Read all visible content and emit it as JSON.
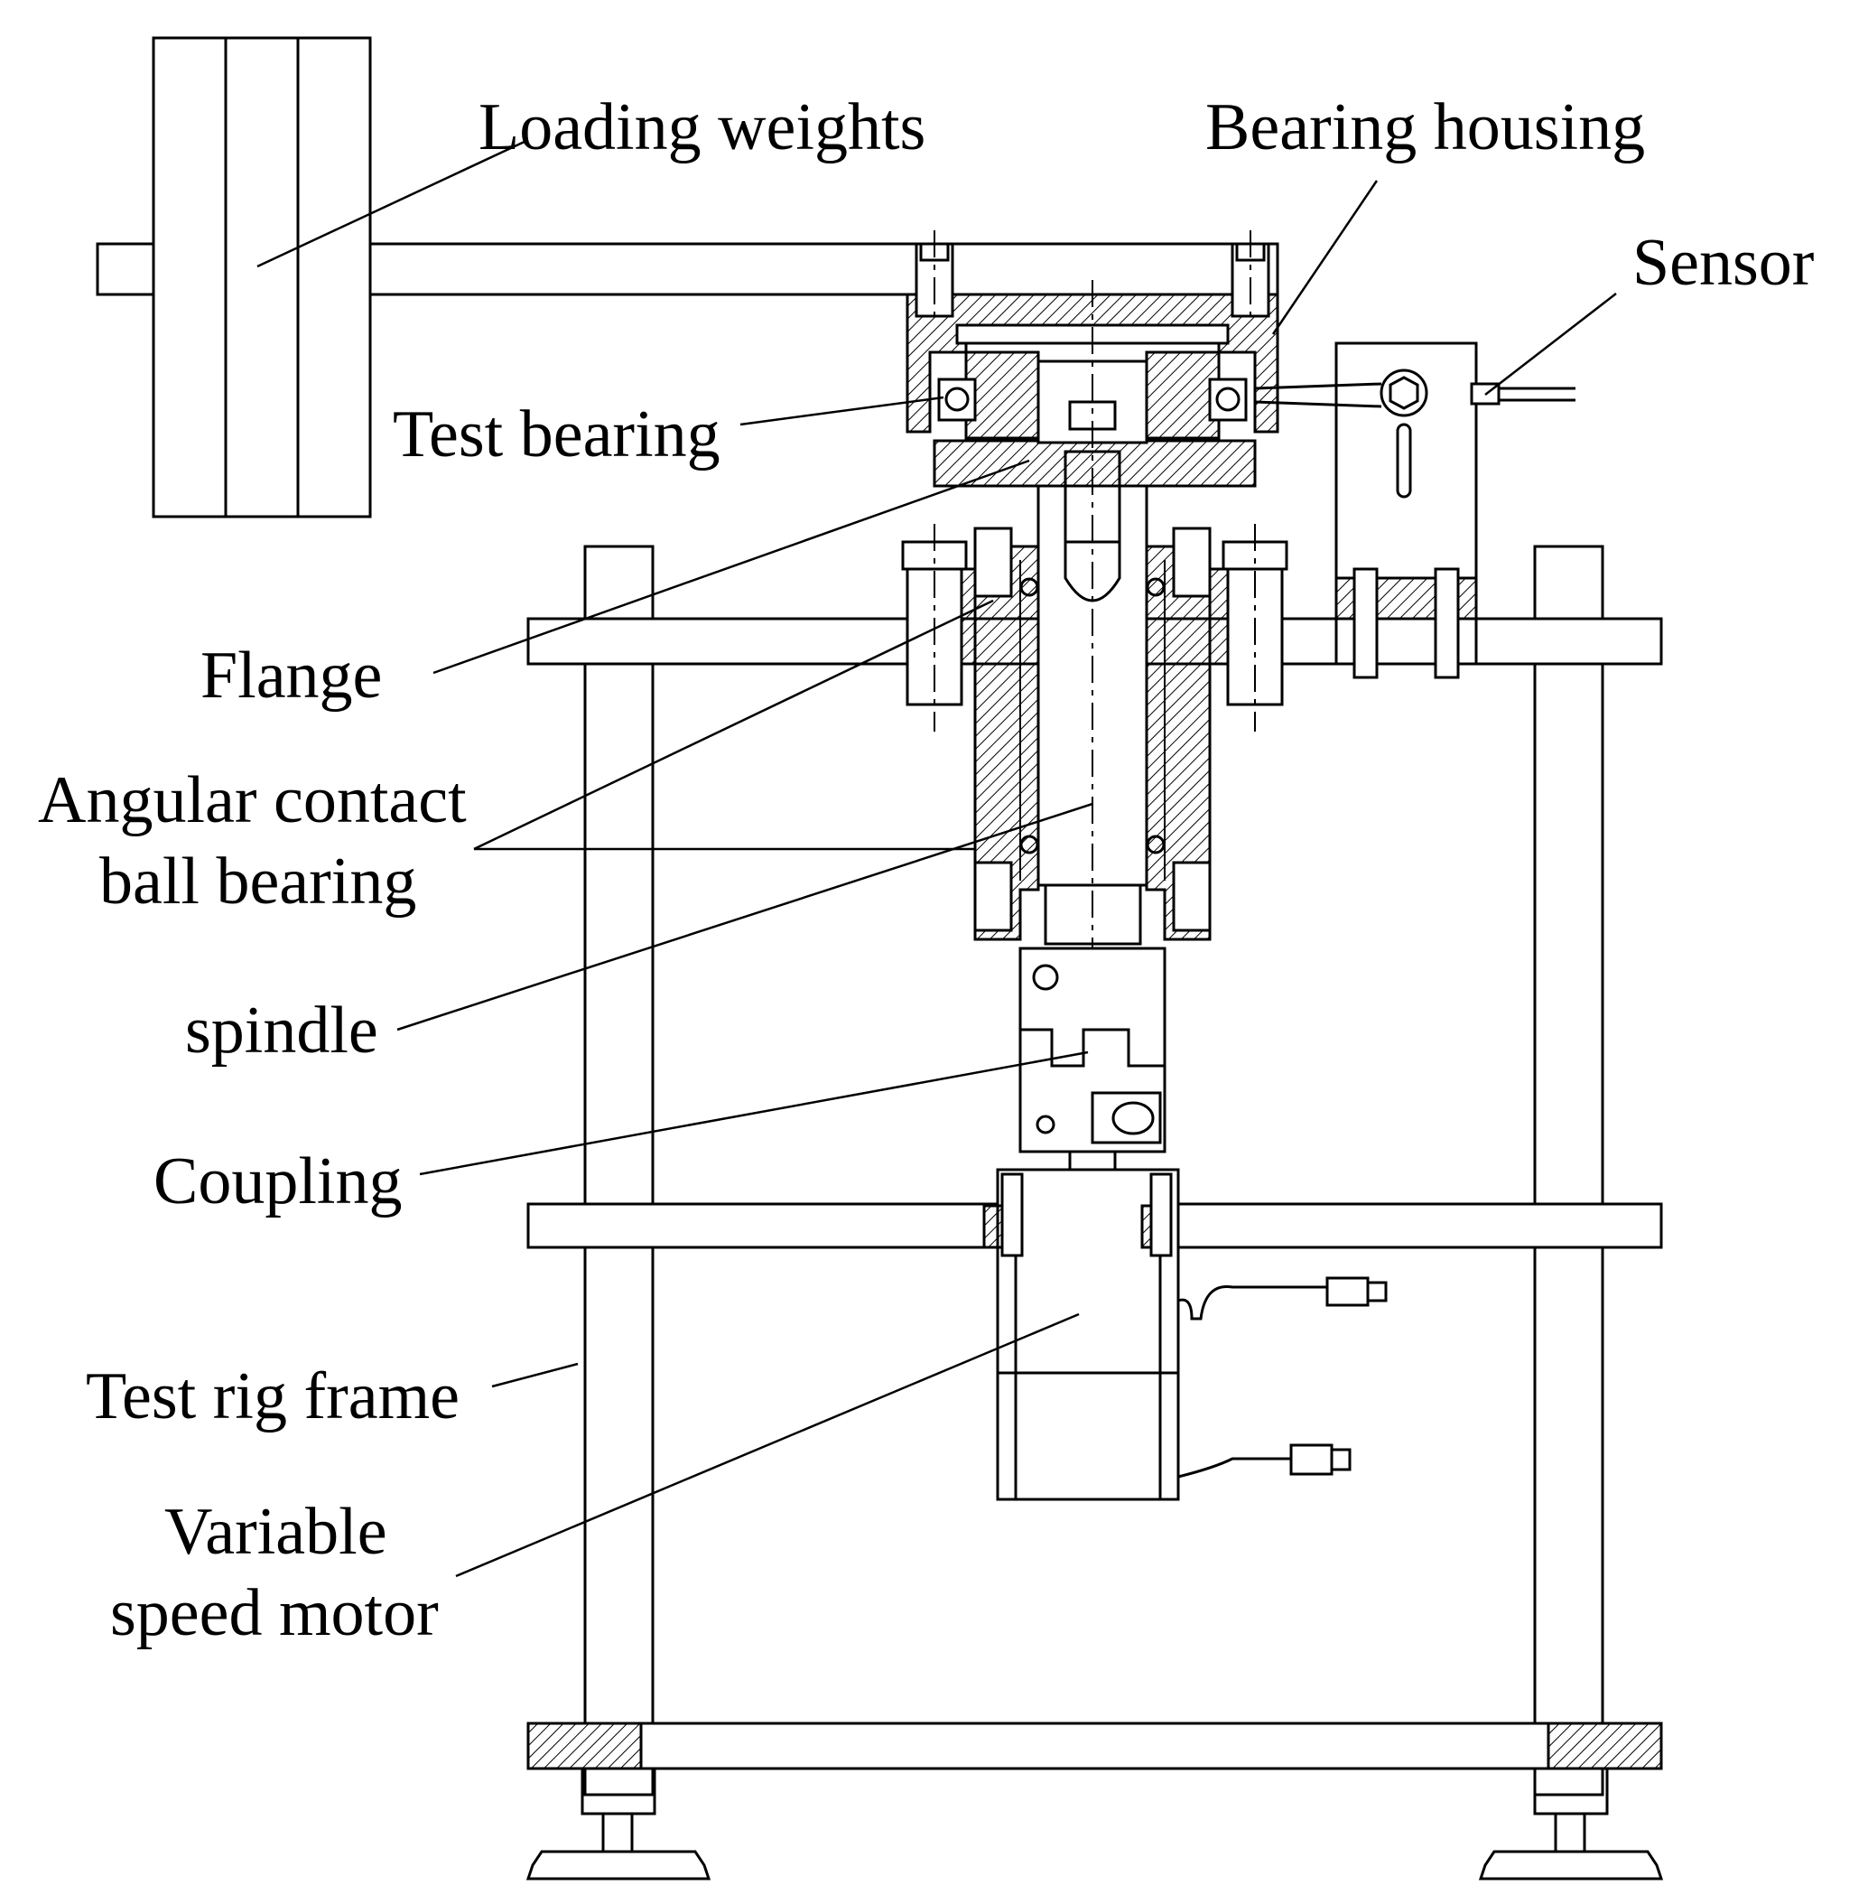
{
  "diagram": {
    "labels": {
      "loading_weights": "Loading weights",
      "bearing_housing": "Bearing housing",
      "sensor": "Sensor",
      "test_bearing": "Test bearing",
      "flange": "Flange",
      "angular_contact_line1": "Angular contact",
      "angular_contact_line2": "ball bearing",
      "spindle": "spindle",
      "coupling": "Coupling",
      "test_rig_frame": "Test rig frame",
      "motor_line1": "Variable",
      "motor_line2": "speed motor"
    }
  }
}
